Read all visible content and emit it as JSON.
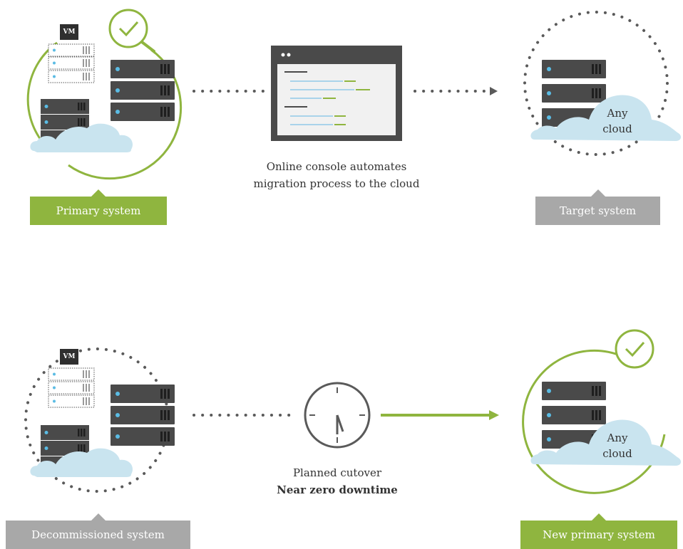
{
  "top": {
    "primary_label": "Primary system",
    "vm_label": "VM",
    "console_caption_line1": "Online console automates",
    "console_caption_line2": "migration process to the cloud",
    "target_label": "Target system",
    "cloud_text_line1": "Any",
    "cloud_text_line2": "cloud"
  },
  "bottom": {
    "decommissioned_label": "Decommissioned system",
    "vm_label": "VM",
    "cutover_line1": "Planned cutover",
    "cutover_line2": "Near zero downtime",
    "new_primary_label": "New primary system",
    "cloud_text_line1": "Any",
    "cloud_text_line2": "cloud"
  },
  "colors": {
    "accent_green": "#8fb53f",
    "neutral_gray": "#a8a8a8",
    "server_dark": "#4a4a4a",
    "cloud_blue": "#c9e4ef",
    "light_blue": "#5bbce4"
  }
}
